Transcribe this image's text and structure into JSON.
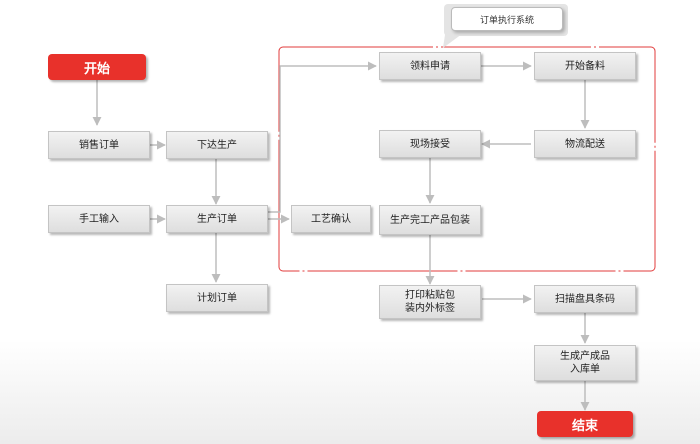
{
  "callout": {
    "label": "订单执行系统"
  },
  "terminals": {
    "start": "开始",
    "end": "结束"
  },
  "nodes": {
    "sales_order": "销售订单",
    "issue_production": "下达生产",
    "manual_input": "手工输入",
    "production_order": "生产订单",
    "process_confirm": "工艺确认",
    "plan_order": "计划订单",
    "material_request": "领料申请",
    "start_stocking": "开始备料",
    "onsite_receive": "现场接受",
    "logistics_delivery": "物流配送",
    "finished_packaging": "生产完工产品包装",
    "print_labels_line1": "打印粘贴包",
    "print_labels_line2": "装内外标签",
    "scan_barcode": "扫描盘具条码",
    "generate_product_line1": "生成产成品",
    "generate_product_line2": "入库单"
  },
  "colors": {
    "terminal": "#e8312b",
    "system_border": "#e23b3b",
    "connector": "#bdbdbd"
  }
}
